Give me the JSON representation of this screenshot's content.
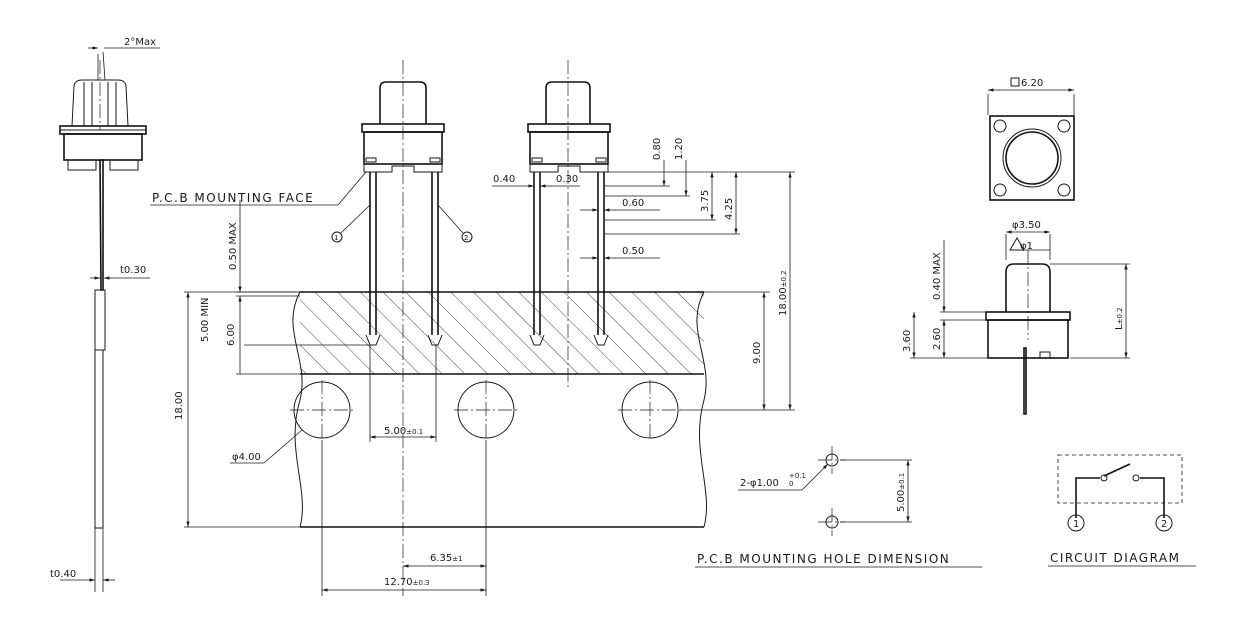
{
  "labels": {
    "pcb_face": "P.C.B MOUNTING FACE",
    "hole_title": "P.C.B MOUNTING HOLE DIMENSION",
    "circuit_title": "CIRCUIT DIAGRAM",
    "pin1": "1",
    "pin2": "2"
  },
  "dims": {
    "angle": "2°Max",
    "t030": "t0.30",
    "t040": "t0.40",
    "d050max": "0.50 MAX",
    "d500min": "5.00 MIN",
    "d600": "6.00",
    "d1800left": "18.00",
    "phi400": "φ4.00",
    "pitch500": "5.00",
    "pitch500_tol": "±0.1",
    "d635": "6.35",
    "d635_tol": "±1",
    "d1270": "12.70",
    "d1270_tol": "±0.3",
    "d040": "0.40",
    "d030": "0.30",
    "d060": "0.60",
    "d050": "0.50",
    "d080": "0.80",
    "d120": "1.20",
    "d375": "3.75",
    "d425": "4.25",
    "d900": "9.00",
    "d1800right": "18.00",
    "d1800right_tol": "±0.2",
    "sq620": "6.20",
    "phi350": "φ3.50",
    "phi1": "φ1",
    "d040max": "0.40 MAX",
    "d360": "3.60",
    "d260": "2.60",
    "L": "L",
    "L_tol": "±0.2",
    "hole_dia": "2-φ1.00",
    "hole_tol_up": "+0.1",
    "hole_tol_dn": "0",
    "hole_pitch": "5.00",
    "hole_pitch_tol": "±0.1"
  }
}
